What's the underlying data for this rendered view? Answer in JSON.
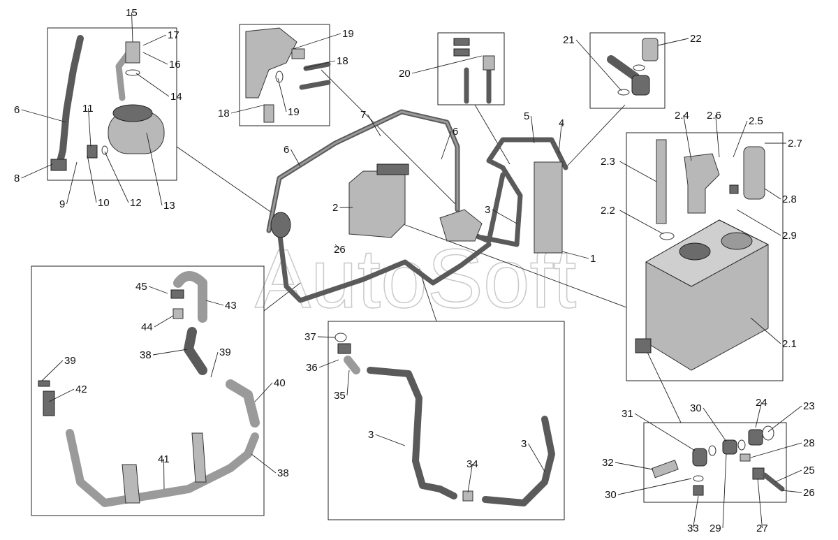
{
  "watermark": "AutoSoft",
  "labels": [
    "15",
    "17",
    "16",
    "14",
    "6",
    "11",
    "8",
    "9",
    "10",
    "12",
    "13",
    "19",
    "18",
    "18",
    "19",
    "7",
    "6",
    "6",
    "2",
    "26",
    "3",
    "1",
    "5",
    "4",
    "20",
    "21",
    "22",
    "2.4",
    "2.6",
    "2.5",
    "2.7",
    "2.3",
    "2.8",
    "2.2",
    "2.9",
    "2.1",
    "45",
    "43",
    "44",
    "38",
    "39",
    "39",
    "42",
    "40",
    "41",
    "38",
    "37",
    "36",
    "35",
    "3",
    "3",
    "34",
    "31",
    "30",
    "24",
    "23",
    "28",
    "32",
    "25",
    "30",
    "26",
    "33",
    "29",
    "27"
  ]
}
